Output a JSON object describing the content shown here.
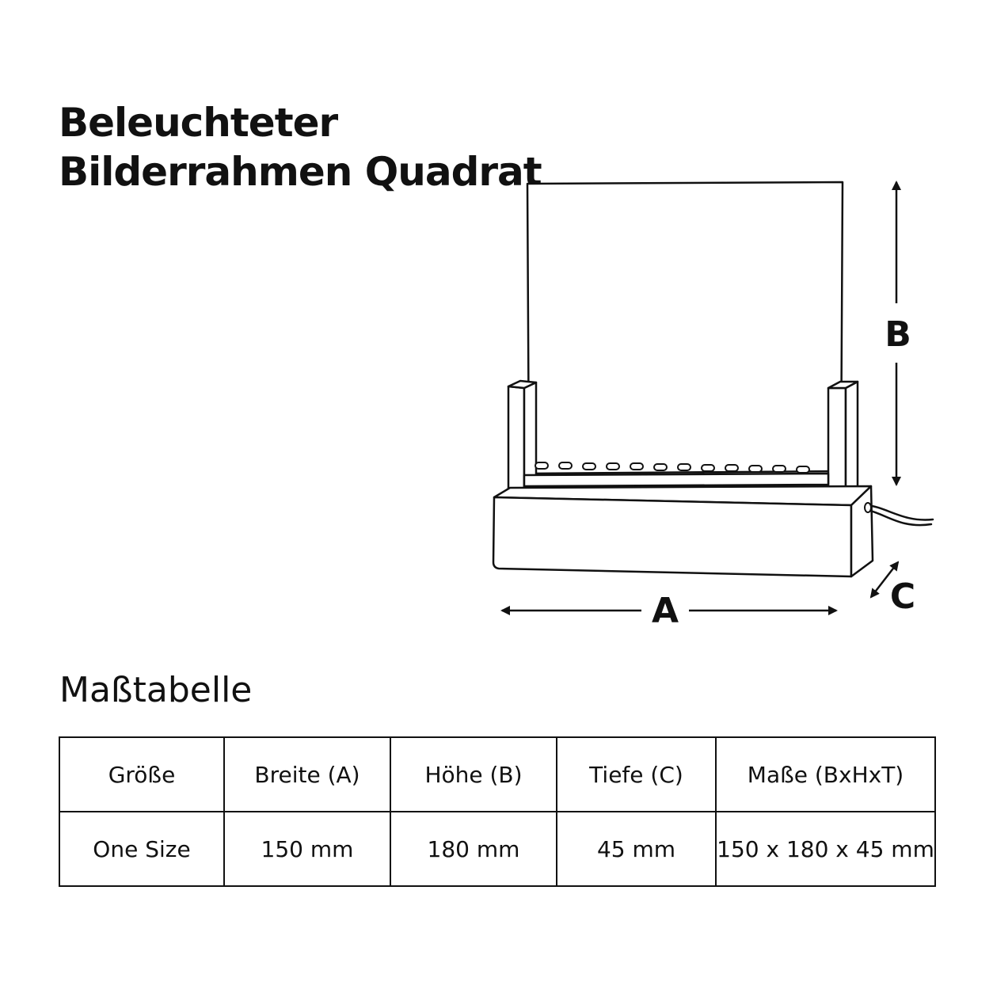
{
  "title": {
    "line1": "Beleuchteter",
    "line2": "Bilderrahmen Quadrat"
  },
  "diagram": {
    "label_a": "A",
    "label_b": "B",
    "label_c": "C",
    "line_color": "#111111"
  },
  "table_heading": "Maßtabelle",
  "table": {
    "headers": [
      "Größe",
      "Breite (A)",
      "Höhe (B)",
      "Tiefe (C)",
      "Maße (BxHxT)"
    ],
    "rows": [
      [
        "One Size",
        "150 mm",
        "180 mm",
        "45 mm",
        "150 x 180 x 45 mm"
      ]
    ]
  }
}
